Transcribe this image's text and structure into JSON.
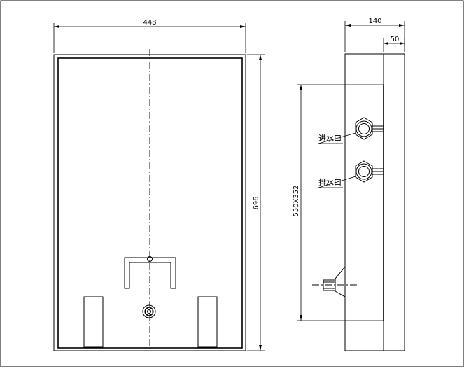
{
  "dimensions": {
    "front_width": "448",
    "front_height": "696",
    "side_depth": "140",
    "side_offset": "50",
    "side_pipe_span": "550X352"
  },
  "labels": {
    "inlet": "进水口",
    "outlet": "排水口"
  }
}
